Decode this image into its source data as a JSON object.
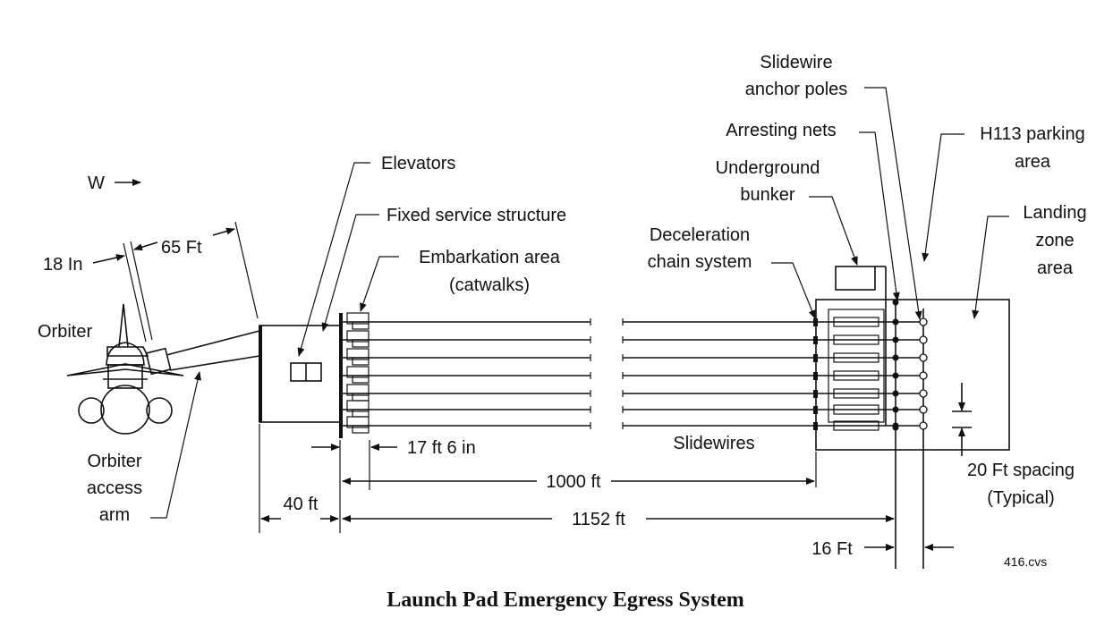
{
  "caption": "Launch Pad Emergency Egress System",
  "file_code": "416.cvs",
  "labels": {
    "slidewire_anchor_poles": [
      "Slidewire",
      "anchor  poles"
    ],
    "arresting_nets": "Arresting  nets",
    "h113_parking_area": [
      "H113  parking",
      "area"
    ],
    "underground_bunker": [
      "Underground",
      "bunker"
    ],
    "landing_zone_area": [
      "Landing",
      "zone",
      "area"
    ],
    "elevators": "Elevators",
    "fixed_service_structure": "Fixed  service  structure",
    "embarkation_area": [
      "Embarkation  area",
      "(catwalks)"
    ],
    "deceleration_chain_system": [
      "Deceleration",
      "chain   system"
    ],
    "wind_direction": "W",
    "orbiter": "Orbiter",
    "orbiter_access_arm": [
      "Orbiter",
      "access",
      "arm"
    ],
    "slidewires": "Slidewires",
    "spacing": [
      "20  Ft  spacing",
      "(Typical)"
    ]
  },
  "dimensions": {
    "gap_18_in": "18  In",
    "arm_65_ft": "65  Ft",
    "catwalk_17ft_6in": "17 ft 6 in",
    "slidewire_1000ft": "1000 ft",
    "total_1152ft": "1152 ft",
    "fss_40ft": "40 ft",
    "pole_16ft": "16  Ft"
  }
}
